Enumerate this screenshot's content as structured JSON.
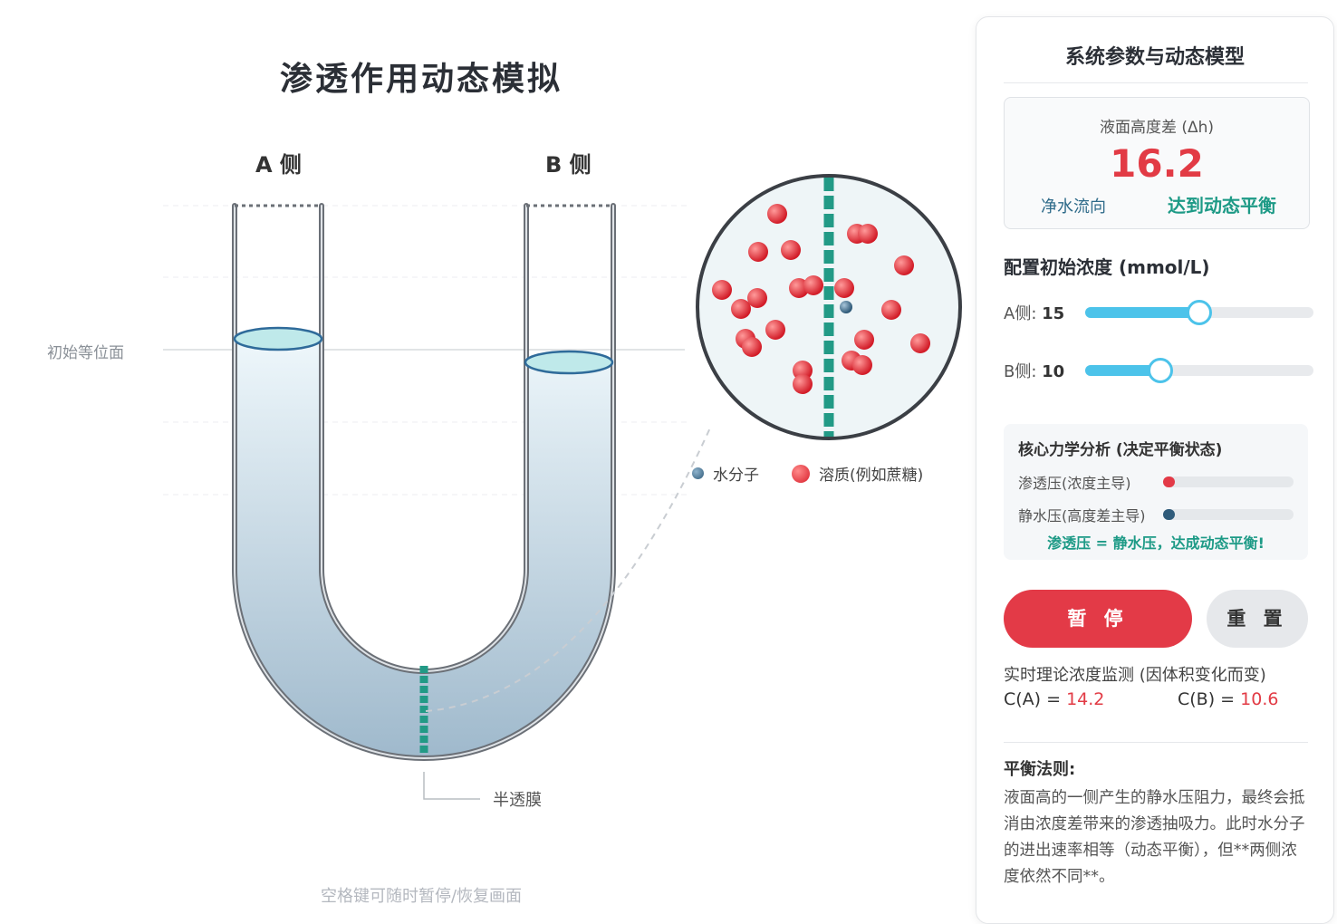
{
  "simulation": {
    "title": "渗透作用动态模拟",
    "side_a_label": "A 侧",
    "side_b_label": "B 侧",
    "initial_level_label": "初始等位面",
    "membrane_label": "半透膜",
    "keyboard_hint": "空格键可随时暂停/恢复画面",
    "legend": {
      "water": "水分子",
      "solute": "溶质(例如蔗糖)"
    }
  },
  "panel": {
    "title": "系统参数与动态模型",
    "height_diff": {
      "label": "液面高度差 (Δh)",
      "value": "16.2",
      "flow_label": "净水流向",
      "state": "达到动态平衡"
    },
    "config": {
      "title": "配置初始浓度 (mmol/L)",
      "a_label": "A侧:",
      "a_value": "15",
      "a_fraction": 0.5,
      "b_label": "B侧:",
      "b_value": "10",
      "b_fraction": 0.33
    },
    "analysis": {
      "title": "核心力学分析 (决定平衡状态)",
      "osmotic_label": "渗透压(浓度主导)",
      "osmotic_fraction": 0.09,
      "hydrostatic_label": "静水压(高度差主导)",
      "hydrostatic_fraction": 0.09,
      "note": "渗透压 = 静水压，达成动态平衡!"
    },
    "buttons": {
      "pause": "暂 停",
      "reset": "重 置"
    },
    "monitor": {
      "title": "实时理论浓度监测 (因体积变化而变)",
      "a_label": "C(A) = ",
      "a_value": "14.2",
      "b_label": "C(B) = ",
      "b_value": "10.6"
    },
    "law": {
      "title": "平衡法则:",
      "text": "液面高的一侧产生的静水压阻力，最终会抵消由浓度差带来的渗透抽吸力。此时水分子的进出速率相等（动态平衡），但**两侧浓度依然不同**。"
    }
  },
  "colors": {
    "accent_red": "#e33a47",
    "accent_teal": "#1d9a86",
    "slider": "#4cc3ea",
    "water_blue": "#2f5b7a"
  }
}
